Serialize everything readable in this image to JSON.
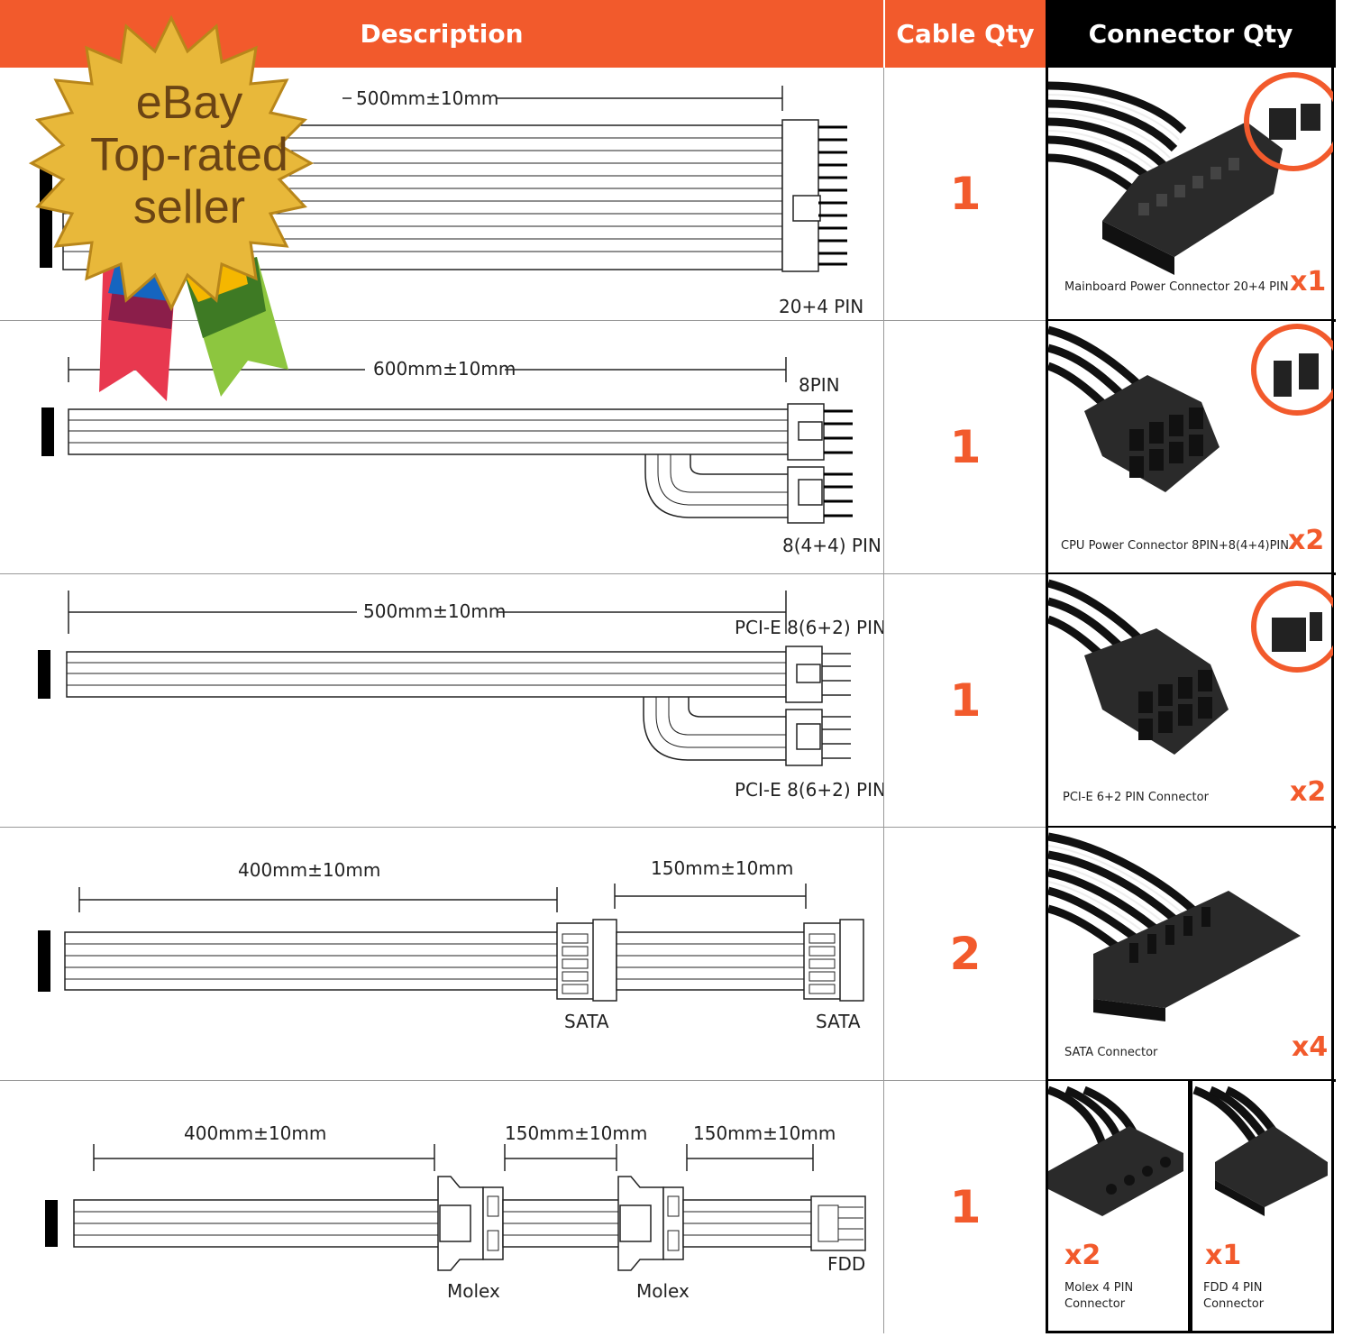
{
  "header": {
    "description": "Description",
    "cable_qty": "Cable Qty",
    "connector_qty": "Connector Qty"
  },
  "badge": {
    "line1": "eBay",
    "line2": "Top-rated",
    "line3": "seller"
  },
  "rows": [
    {
      "length1": "500mm±10mm",
      "connector1": "20+4 PIN",
      "cable_qty": "1",
      "conn_label": "Mainboard Power Connector 20+4 PIN",
      "conn_mult": "x1"
    },
    {
      "length1": "600mm±10mm",
      "connector_top": "8PIN",
      "connector1": "8(4+4) PIN",
      "cable_qty": "1",
      "conn_label": "CPU Power Connector 8PIN+8(4+4)PIN",
      "conn_mult": "x2"
    },
    {
      "length1": "500mm±10mm",
      "connector_top": "PCI-E 8(6+2) PIN",
      "connector1": "PCI-E 8(6+2) PIN",
      "cable_qty": "1",
      "conn_label": "PCI-E 6+2 PIN Connector",
      "conn_mult": "x2"
    },
    {
      "length1": "400mm±10mm",
      "length2": "150mm±10mm",
      "connector1": "SATA",
      "connector2": "SATA",
      "cable_qty": "2",
      "conn_label": "SATA Connector",
      "conn_mult": "x4"
    },
    {
      "length1": "400mm±10mm",
      "length2": "150mm±10mm",
      "length3": "150mm±10mm",
      "connector1": "Molex",
      "connector2": "Molex",
      "connector3": "FDD",
      "cable_qty": "1",
      "conn_a_mult": "x2",
      "conn_a_label1": "Molex 4 PIN",
      "conn_a_label2": "Connector",
      "conn_b_mult": "x1",
      "conn_b_label1": "FDD 4 PIN",
      "conn_b_label2": "Connector"
    }
  ],
  "colors": {
    "accent": "#f25a2c",
    "header_dark": "#000000",
    "badge_gold": "#e8b83a"
  }
}
